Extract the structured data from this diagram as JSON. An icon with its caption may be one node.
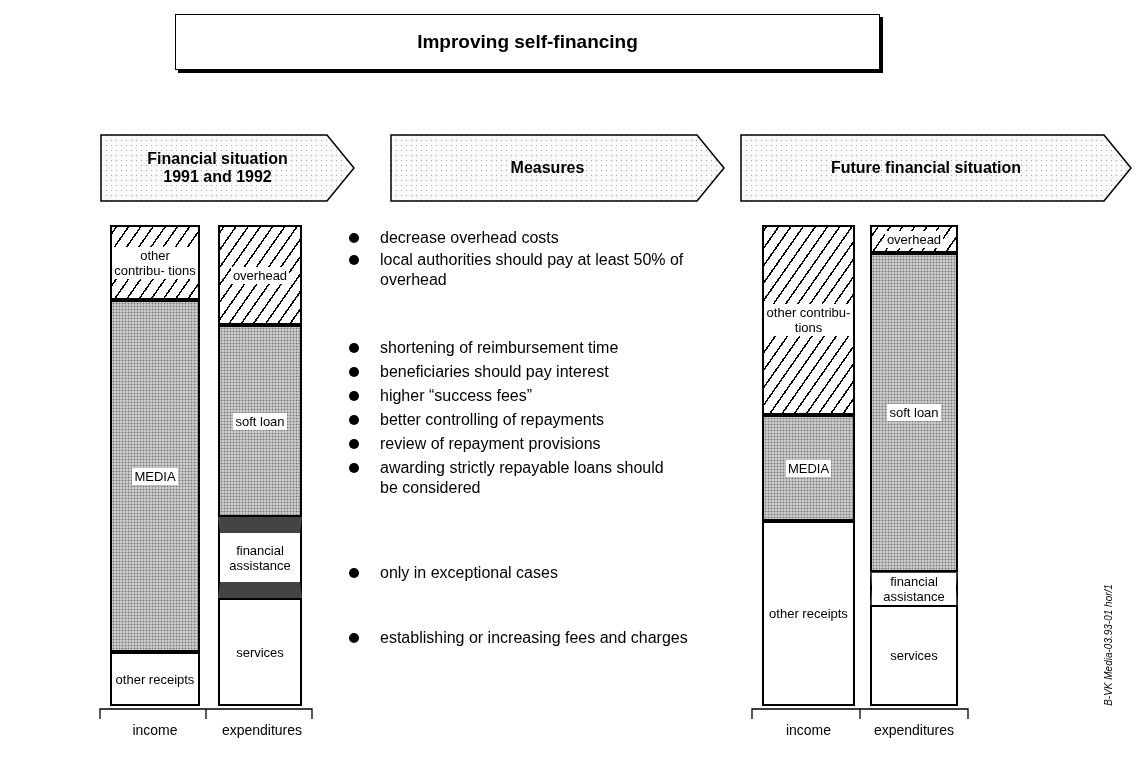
{
  "diagram": {
    "title": "Improving self-financing",
    "nodes": [
      {
        "text": [
          "Financial situation 1991 and 1992"
        ]
      },
      {
        "text": [
          "Measures"
        ]
      },
      {
        "text": [
          "Future financial situation"
        ]
      },
      {
        "text": [
          "other contribu- tions"
        ]
      },
      {
        "text": [
          "MEDIA"
        ]
      },
      {
        "text": [
          "other receipts"
        ]
      },
      {
        "text": [
          "overhead"
        ]
      },
      {
        "text": [
          "soft loan"
        ]
      },
      {
        "text": [
          "financial assistance"
        ]
      },
      {
        "text": [
          "services"
        ]
      },
      {
        "text": [
          "other contribu- tions"
        ]
      },
      {
        "text": [
          "MEDIA"
        ]
      },
      {
        "text": [
          "other receipts"
        ]
      },
      {
        "text": [
          "overhead"
        ]
      },
      {
        "text": [
          "soft loan"
        ]
      },
      {
        "text": [
          "financial assistance"
        ]
      },
      {
        "text": [
          "services"
        ]
      }
    ],
    "edges": [],
    "labels": [
      "decrease overhead costs",
      "local authorities should pay at least 50% of overhead",
      "shortening of reimbursement time",
      "beneficiaries should pay interest",
      "higher “success fees”",
      "better controlling of repayments",
      "review of repayment provisions",
      "awarding strictly repayable loans should be considered",
      "only in exceptional cases",
      "establishing or increasing fees and charges",
      "income",
      "expenditures",
      "income",
      "expenditures",
      "B-VK Media-03.93-01 hor/1"
    ]
  }
}
